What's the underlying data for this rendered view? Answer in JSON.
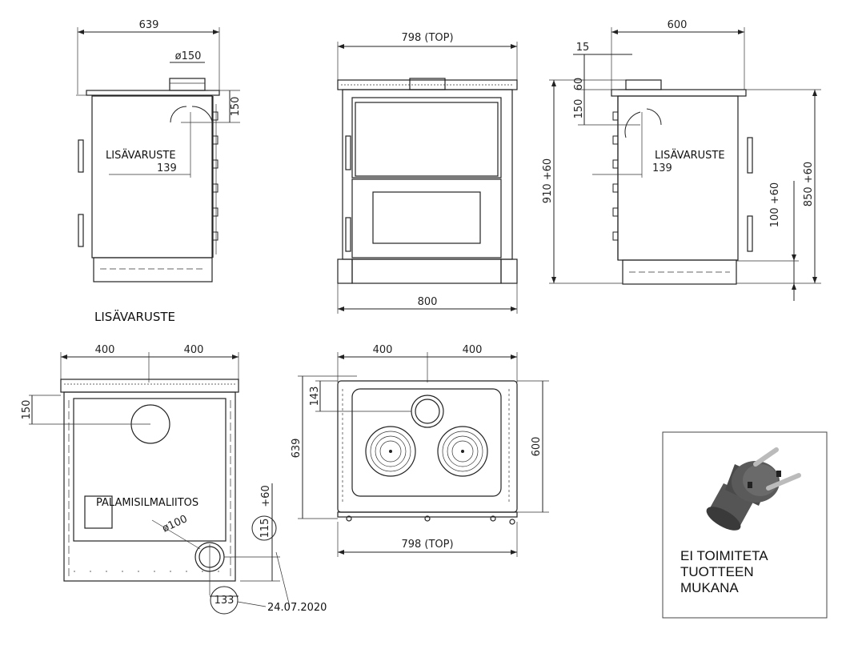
{
  "views": {
    "side_left": {
      "width": "639",
      "flue_dia": "ø150",
      "flue_height": "150",
      "accessory": "LISÄVARUSTE",
      "offset": "139"
    },
    "front": {
      "top_width": "798 (TOP)",
      "bottom_width": "800"
    },
    "side_right": {
      "width": "600",
      "d15": "15",
      "d60": "60",
      "d150": "150",
      "accessory": "LISÄVARUSTE",
      "offset": "139",
      "height_total": "910  +60",
      "height_850": "850  +60",
      "height_100": "100  +60"
    },
    "bottom_view": {
      "w_left": "400",
      "w_right": "400",
      "d150": "150",
      "air_inlet": "PALAMISILMALIITOS",
      "dia100": "ø100",
      "d115": "115",
      "plus60": "+60",
      "d133": "133",
      "date": "24.07.2020"
    },
    "top_view": {
      "w_left": "400",
      "w_right": "400",
      "d143": "143",
      "d639": "639",
      "d600": "600",
      "top_width": "798 (TOP)"
    }
  },
  "caption_accessory": "LISÄVARUSTE",
  "plug_note": {
    "line1": "EI TOIMITETA",
    "line2": "TUOTTEEN",
    "line3": "MUKANA"
  }
}
